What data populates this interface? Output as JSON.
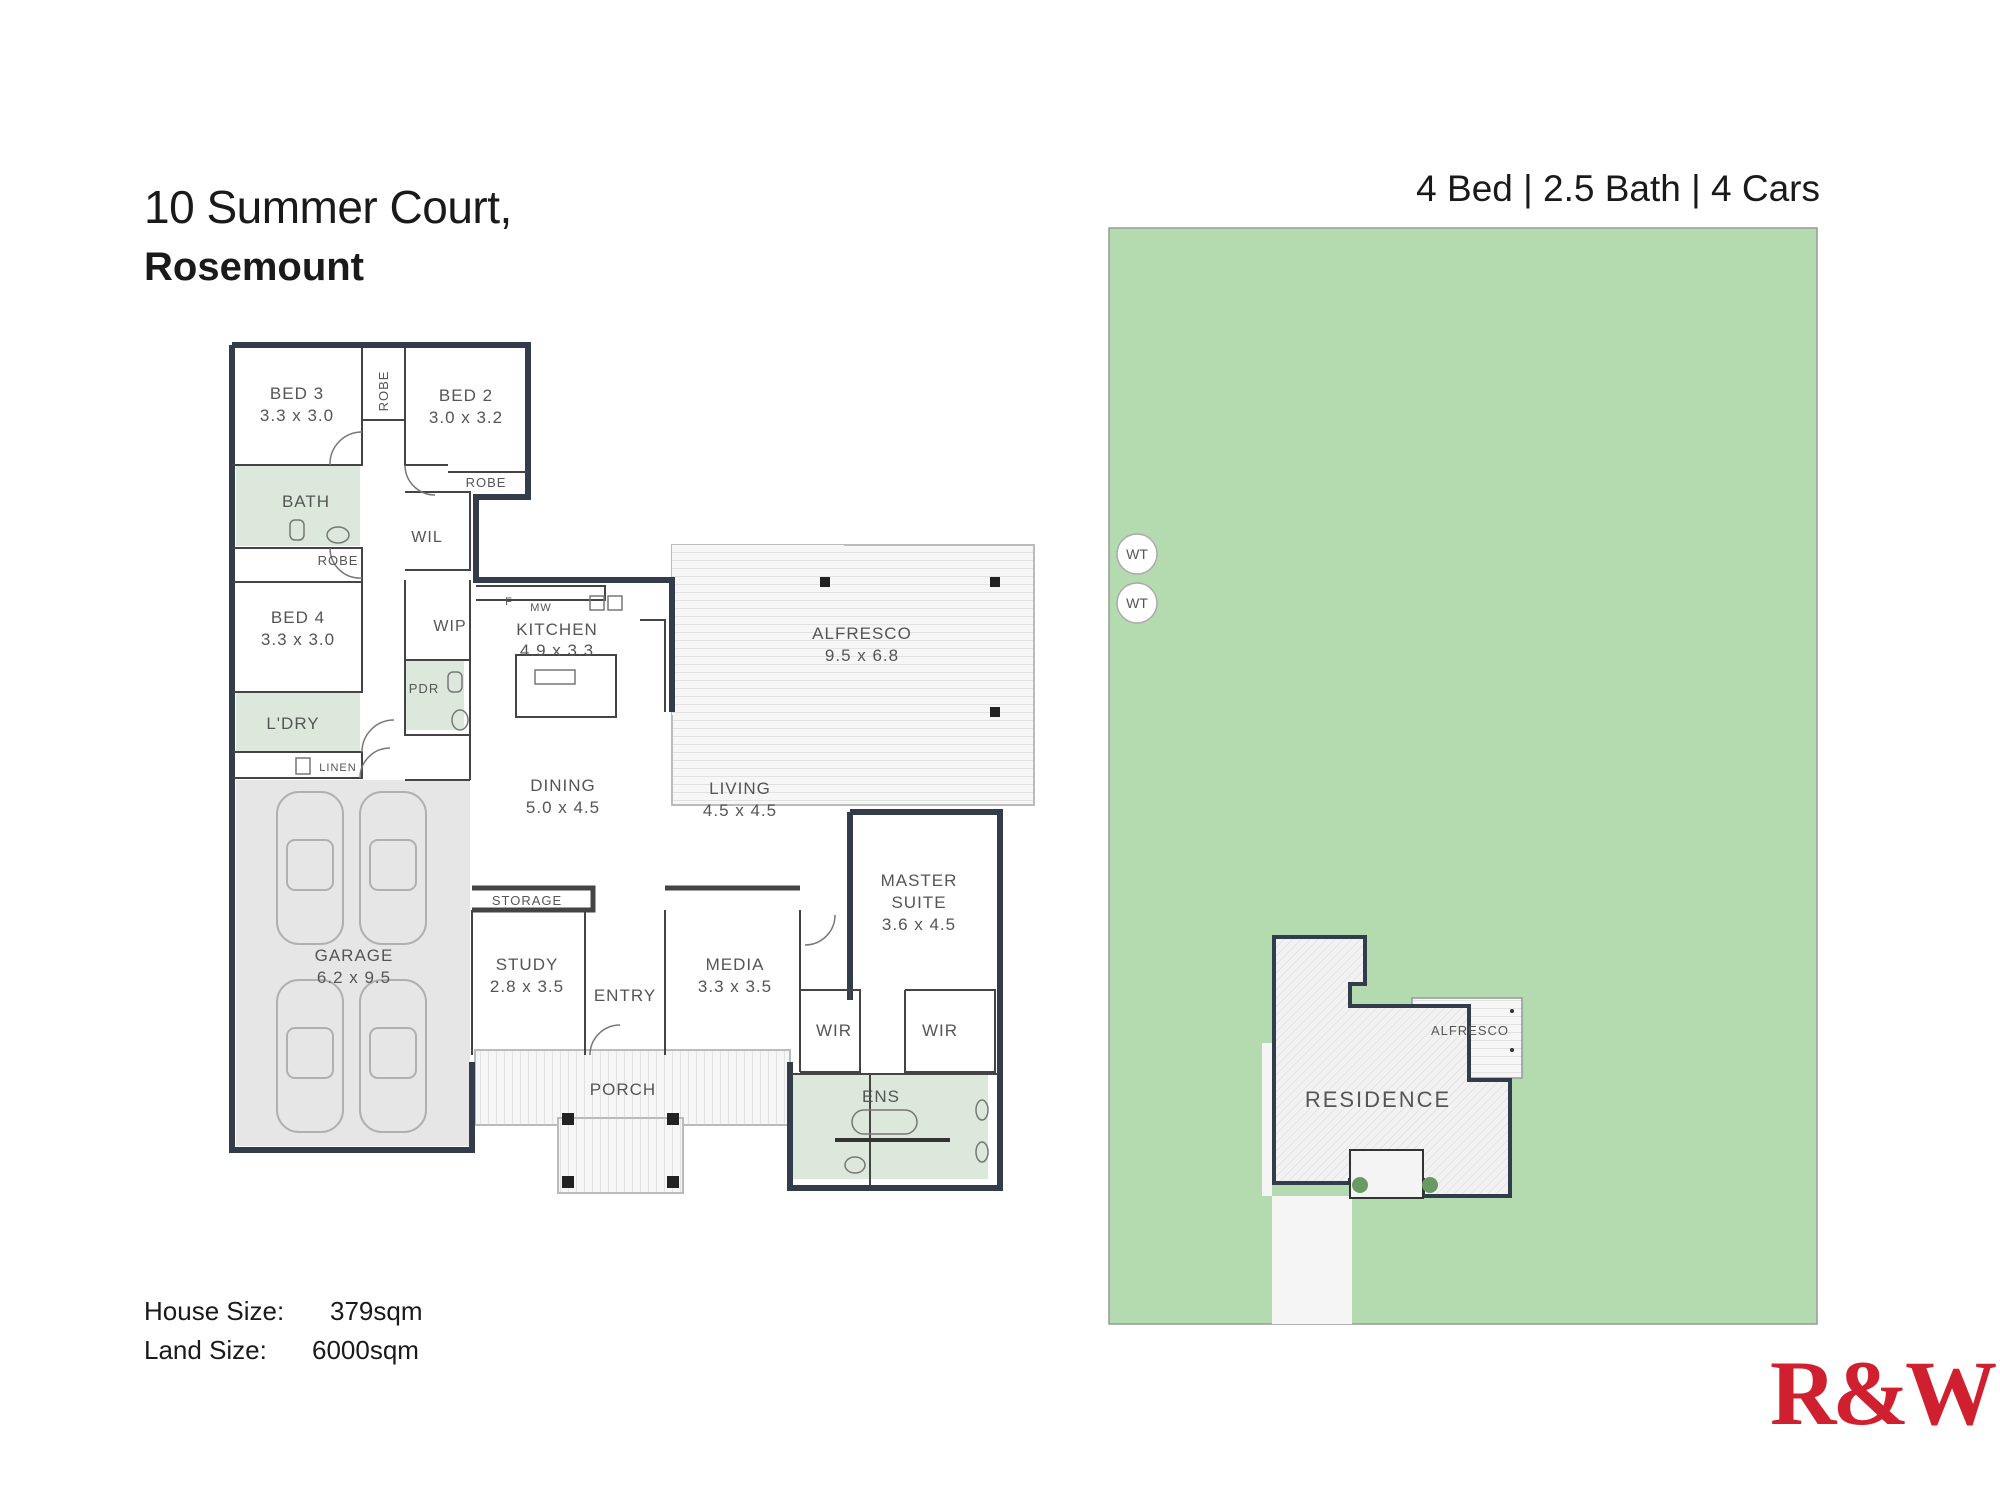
{
  "header": {
    "address_line1": "10 Summer Court,",
    "address_line2": "Rosemount",
    "specs": "4 Bed | 2.5 Bath | 4 Cars"
  },
  "sizes": {
    "house_label": "House Size:",
    "house_value": "379sqm",
    "land_label": "Land Size:",
    "land_value": "6000sqm"
  },
  "floorplan": {
    "rooms": {
      "bed3": {
        "name": "BED 3",
        "dims": "3.3 x 3.0"
      },
      "bed2": {
        "name": "BED 2",
        "dims": "3.0 x 3.2"
      },
      "bath": {
        "name": "BATH"
      },
      "bed4": {
        "name": "BED 4",
        "dims": "3.3 x 3.0"
      },
      "laundry": {
        "name": "L'DRY"
      },
      "linen": {
        "name": "LINEN"
      },
      "robe_top": {
        "name": "ROBE"
      },
      "robe_bed2": {
        "name": "ROBE"
      },
      "robe_bed4": {
        "name": "ROBE"
      },
      "wil": {
        "name": "WIL"
      },
      "wip": {
        "name": "WIP"
      },
      "pdr": {
        "name": "PDR"
      },
      "fridge": {
        "name": "F"
      },
      "mw": {
        "name": "MW"
      },
      "kitchen": {
        "name": "KITCHEN",
        "dims": "4.9 x 3.3"
      },
      "alfresco": {
        "name": "ALFRESCO",
        "dims": "9.5 x 6.8"
      },
      "dining": {
        "name": "DINING",
        "dims": "5.0 x 4.5"
      },
      "living": {
        "name": "LIVING",
        "dims": "4.5 x 4.5"
      },
      "garage": {
        "name": "GARAGE",
        "dims": "6.2 x 9.5"
      },
      "storage": {
        "name": "STORAGE"
      },
      "study": {
        "name": "STUDY",
        "dims": "2.8 x 3.5"
      },
      "entry": {
        "name": "ENTRY"
      },
      "media": {
        "name": "MEDIA",
        "dims": "3.3 x 3.5"
      },
      "master_line1": {
        "name": "MASTER"
      },
      "master_line2": {
        "name": "SUITE",
        "dims": "3.6 x 4.5"
      },
      "wir_left": {
        "name": "WIR"
      },
      "wir_right": {
        "name": "WIR"
      },
      "porch": {
        "name": "PORCH"
      },
      "ens": {
        "name": "ENS"
      }
    }
  },
  "siteplan": {
    "residence": "RESIDENCE",
    "alfresco": "ALFRESCO",
    "water_tank_1": "WT",
    "water_tank_2": "WT"
  },
  "brand": {
    "logo": "R&W",
    "color": "#d0202f"
  },
  "colors": {
    "land": "#b4dbb0",
    "wet_area": "#dce8dc",
    "garage": "#e6e6e6",
    "wall": "#333c4a"
  }
}
